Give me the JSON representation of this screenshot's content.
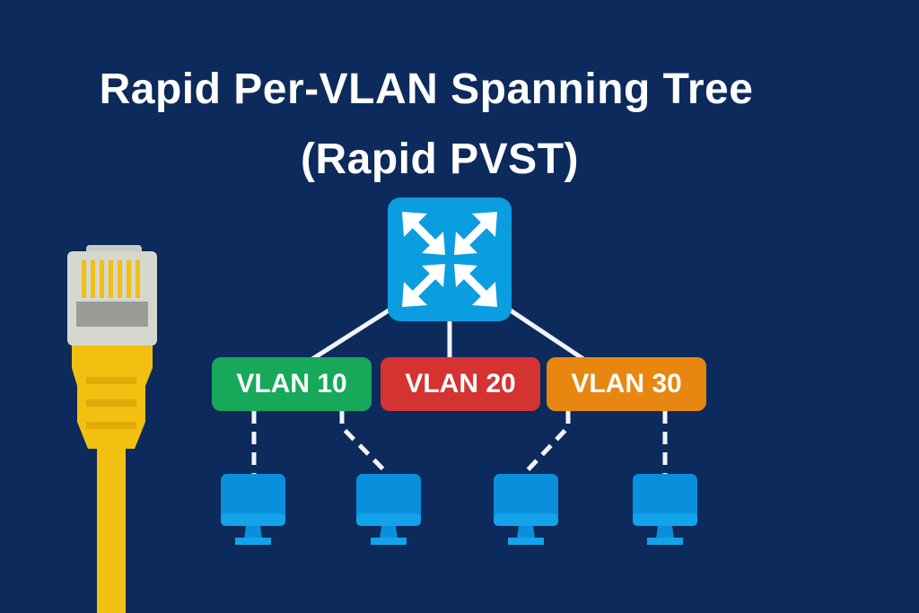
{
  "title": {
    "line1": "Rapid Per-VLAN Spanning Tree",
    "line2": "(Rapid PVST)"
  },
  "switch": {
    "icon": "switch-icon",
    "color": "#0a9de0"
  },
  "vlans": [
    {
      "label": "VLAN 10",
      "color": "#17a85a"
    },
    {
      "label": "VLAN 20",
      "color": "#d53232"
    },
    {
      "label": "VLAN 30",
      "color": "#e8870f"
    }
  ],
  "hosts": [
    {
      "icon": "computer-icon"
    },
    {
      "icon": "computer-icon"
    },
    {
      "icon": "computer-icon"
    },
    {
      "icon": "computer-icon"
    }
  ],
  "cable": {
    "icon": "ethernet-cable-icon",
    "color": "#f2c010"
  },
  "colors": {
    "background": "#0c2a5b",
    "monitor": "#0a8fdc"
  }
}
